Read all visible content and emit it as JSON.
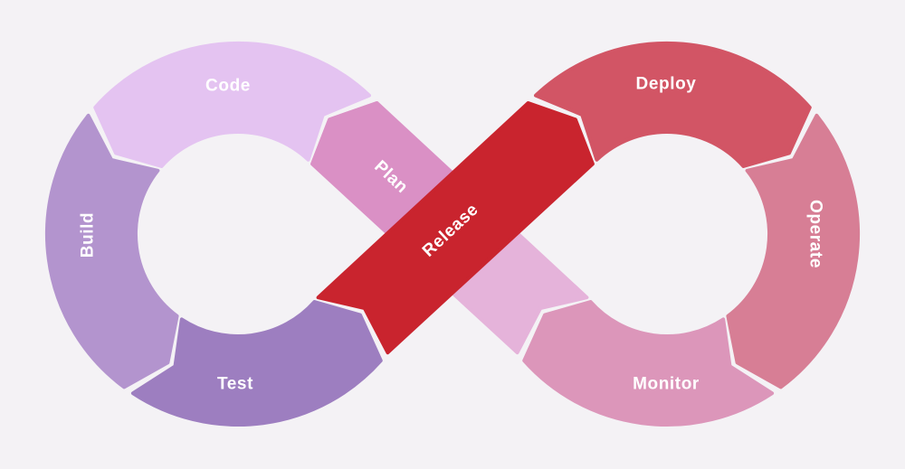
{
  "diagram": {
    "type": "devops-infinity-loop",
    "background": "#f4f2f5",
    "label_color": "#ffffff",
    "connector_color": "#e5b3da",
    "flow_order": [
      "Plan",
      "Code",
      "Build",
      "Test",
      "Release",
      "Deploy",
      "Operate",
      "Monitor"
    ],
    "segments": [
      {
        "label": "Plan",
        "color": "#da90c5"
      },
      {
        "label": "Code",
        "color": "#e4c3f1"
      },
      {
        "label": "Build",
        "color": "#b394ce"
      },
      {
        "label": "Test",
        "color": "#9d7ec0"
      },
      {
        "label": "Release",
        "color": "#c9242e"
      },
      {
        "label": "Deploy",
        "color": "#d25565"
      },
      {
        "label": "Operate",
        "color": "#d77e95"
      },
      {
        "label": "Monitor",
        "color": "#dc96ba"
      }
    ]
  }
}
